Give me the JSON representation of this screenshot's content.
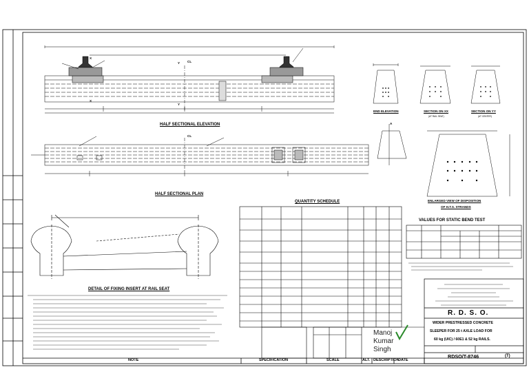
{
  "titles": {
    "half_sectional_elevation": "HALF SECTIONAL ELEVATION",
    "half_sectional_plan": "HALF SECTIONAL PLAN",
    "end_elevation": "END ELEVATION",
    "section_xx": "SECTION ON XX",
    "section_xx_sub": "(AT RAIL SEAT)",
    "section_yy": "SECTION ON YY",
    "section_yy_sub": "(AT CENTER)",
    "enlarged_view": "ENLARGED VIEW OF DISPOSITION",
    "enlarged_view_2": "OF H.T.S. STRANDS",
    "quantity_schedule": "QUANTITY SCHEDULE",
    "values_static_bend": "VALUES FOR STATIC BEND TEST",
    "detail_fixing_insert": "DETAIL OF FIXING INSERT AT RAIL SEAT"
  },
  "markers": {
    "x": "X",
    "y": "Y",
    "cl": "CL",
    "a": "A"
  },
  "title_block": {
    "org": "R.  D.  S.  O.",
    "desc_line1": "WIDER PRESTRESSED CONCRETE",
    "desc_line2": "SLEEPER FOR 25 t AXLE LOAD FOR",
    "desc_line3": "60 kg (UIC) / 60E1 & 52 kg RAILS.",
    "drawing_no": "RDSO/T-8746",
    "revision": "(T)"
  },
  "signature": {
    "name_line1": "Manoj",
    "name_line2": "Kumar",
    "name_line3": "Singh"
  },
  "footer": {
    "note": "NOTE",
    "specification": "SPECIFICATION",
    "scale": "SCALE",
    "alt": "ALT.",
    "description": "DESCRIPTION",
    "date": "DATE"
  }
}
